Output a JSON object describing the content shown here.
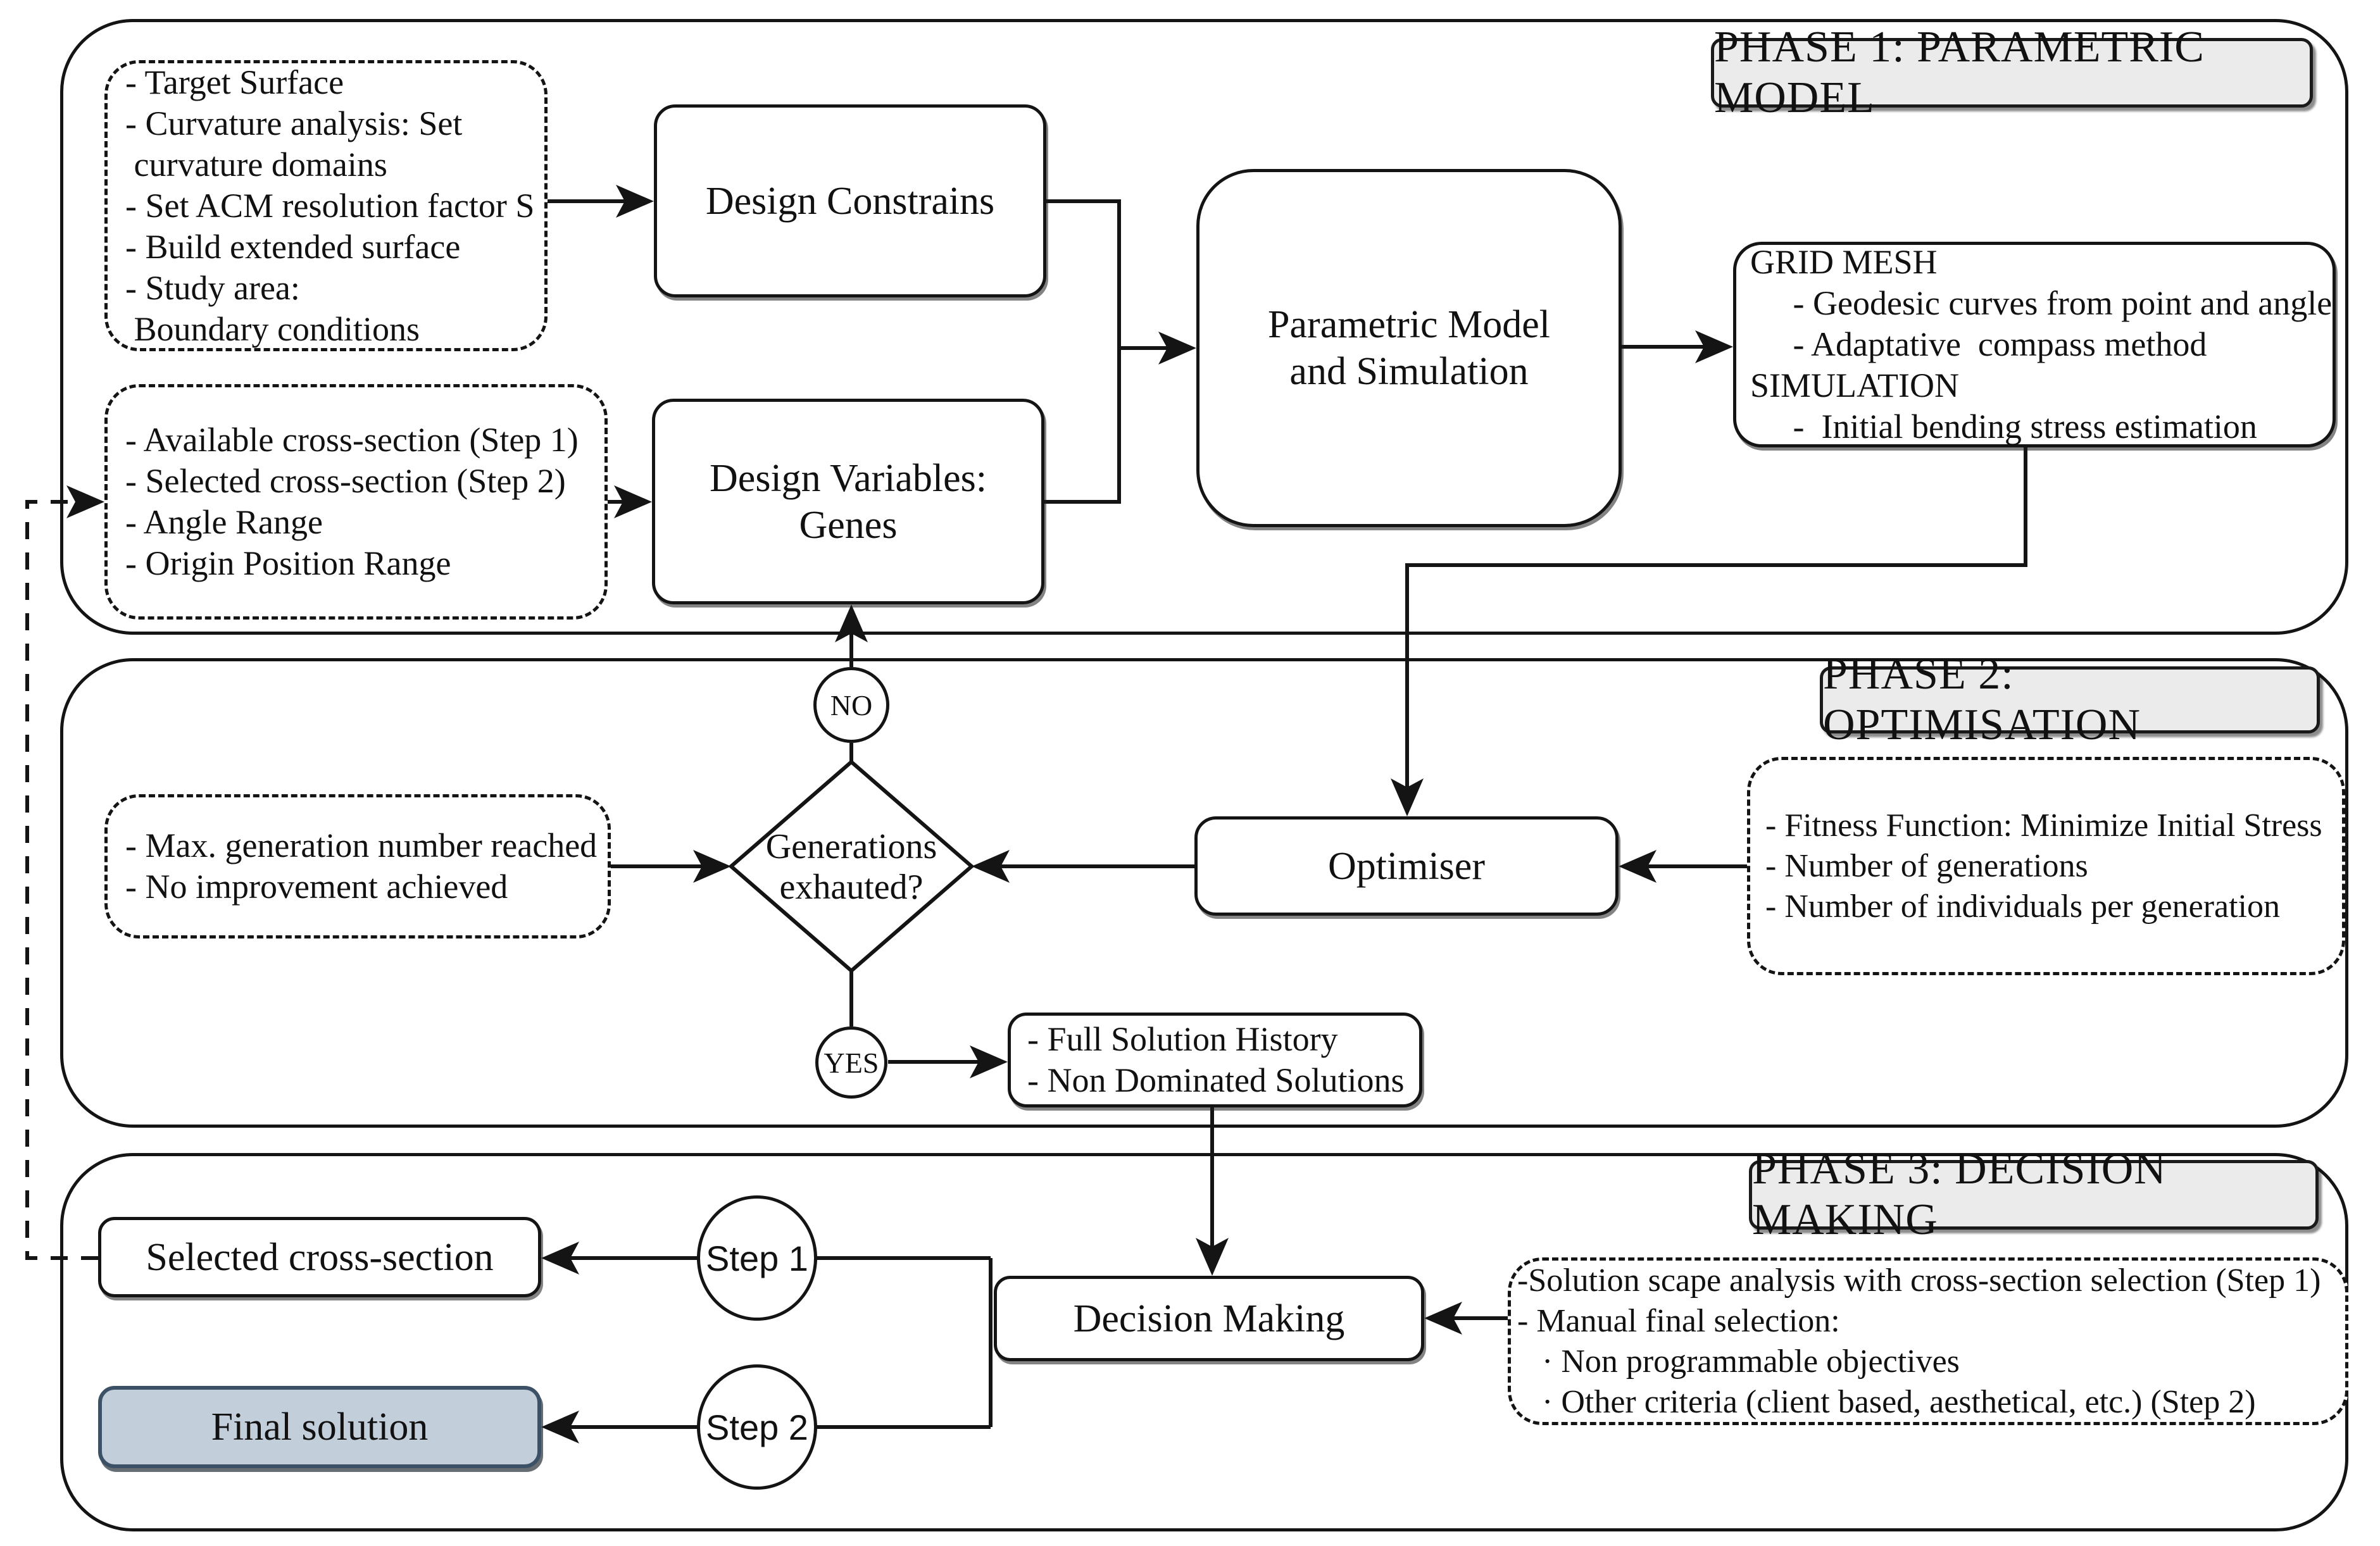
{
  "phases": {
    "p1": {
      "label": "PHASE 1: PARAMETRIC MODEL"
    },
    "p2": {
      "label": "PHASE 2: OPTIMISATION"
    },
    "p3": {
      "label": "PHASE 3: DECISION MAKING"
    }
  },
  "nodes": {
    "surface_inputs": {
      "lines": [
        "- Target Surface",
        "- Curvature analysis: Set",
        " curvature domains",
        "- Set ACM resolution factor S",
        "- Build extended surface",
        "- Study area:",
        " Boundary conditions"
      ]
    },
    "design_constraints": {
      "label": "Design Constrains"
    },
    "genes_inputs": {
      "lines": [
        "- Available cross-section (Step 1)",
        "- Selected cross-section (Step 2)",
        "- Angle Range",
        "- Origin Position Range"
      ]
    },
    "design_variables": {
      "label": "Design Variables: Genes"
    },
    "parametric_model": {
      "label": "Parametric Model and Simulation"
    },
    "grid_mesh": {
      "lines": [
        "GRID MESH",
        "     - Geodesic curves from point and angle",
        "     - Adaptative  compass method",
        "SIMULATION",
        "     -  Initial bending stress estimation"
      ]
    },
    "optimiser": {
      "label": "Optimiser"
    },
    "fitness_inputs": {
      "lines": [
        "- Fitness Function: Minimize Initial Stress",
        "- Number of generations",
        "- Number of individuals per generation"
      ]
    },
    "termination_inputs": {
      "lines": [
        "- Max. generation number reached",
        "- No improvement achieved"
      ]
    },
    "generations_check": {
      "label": "Generations exhauted?"
    },
    "no_badge": {
      "label": "NO"
    },
    "yes_badge": {
      "label": "YES"
    },
    "solution_history": {
      "lines": [
        "- Full Solution History",
        "- Non Dominated Solutions"
      ]
    },
    "decision_making": {
      "label": "Decision Making"
    },
    "decision_inputs": {
      "lines": [
        "-Solution scape analysis with cross-section selection (Step 1)",
        "- Manual final selection:",
        "   · Non programmable objectives",
        "   · Other criteria (client based, aesthetical, etc.) (Step 2)"
      ]
    },
    "step1_badge": {
      "label": "Step 1"
    },
    "step2_badge": {
      "label": "Step 2"
    },
    "selected_cross_section": {
      "label": "Selected cross-section"
    },
    "final_solution": {
      "label": "Final solution"
    }
  },
  "colors": {
    "line": "#141414",
    "phase_label_fill": "#ebebeb",
    "final_solution_fill": "#c3cedb",
    "final_solution_border": "#3d5166"
  }
}
